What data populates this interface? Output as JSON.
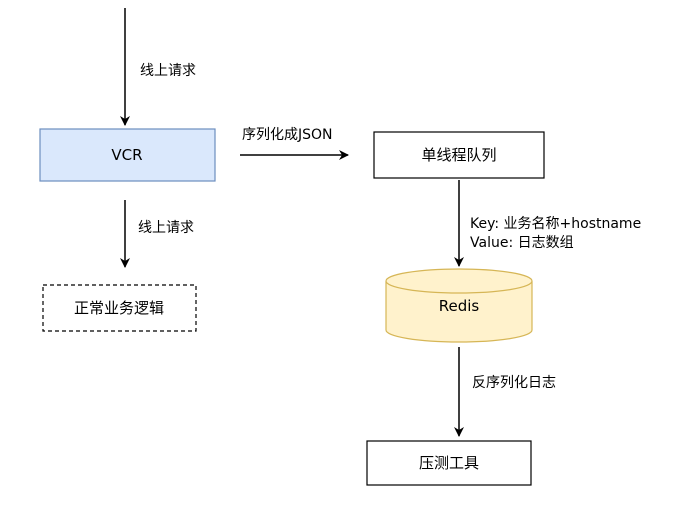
{
  "nodes": {
    "vcr": {
      "label": "VCR",
      "fill": "#dae8fc",
      "stroke": "#6c8ebf"
    },
    "normal_logic": {
      "label": "正常业务逻辑",
      "style": "dashed"
    },
    "single_thread_queue": {
      "label": "单线程队列"
    },
    "redis": {
      "label": "Redis",
      "shape": "cylinder",
      "fill": "#fff2cc",
      "stroke": "#d6b656"
    },
    "stress_tool": {
      "label": "压测工具"
    }
  },
  "edges": {
    "incoming_request": {
      "label": "线上请求"
    },
    "vcr_to_normal": {
      "label": "线上请求"
    },
    "vcr_to_queue": {
      "label": "序列化成JSON"
    },
    "queue_to_redis": {
      "label_line1": "Key: 业务名称+hostname",
      "label_line2": "Value: 日志数组"
    },
    "redis_to_tool": {
      "label": "反序列化日志"
    }
  }
}
